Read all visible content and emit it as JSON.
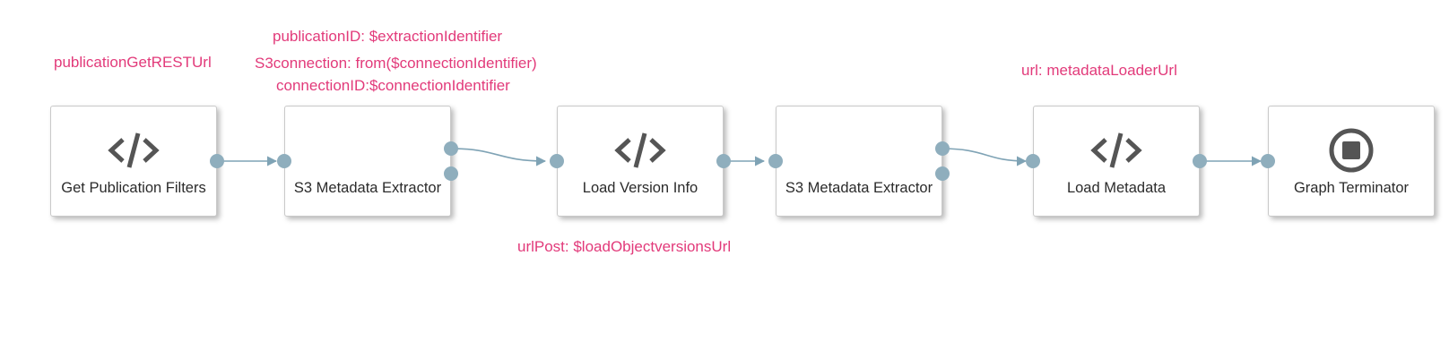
{
  "annotations": {
    "publication_get_rest_url": "publicationGetRESTUrl",
    "publication_id": "publicationID: $extractionIdentifier",
    "s3_connection": "S3connection: from($connectionIdentifier)",
    "connection_id": "connectionID:$connectionIdentifier",
    "url_metadata_loader": "url: metadataLoaderUrl",
    "url_post": "urlPost: $loadObjectversionsUrl"
  },
  "nodes": [
    {
      "label": "Get Publication Filters",
      "icon": "code-icon"
    },
    {
      "label": "S3 Metadata Extractor",
      "icon": ""
    },
    {
      "label": "Load Version Info",
      "icon": "code-icon"
    },
    {
      "label": "S3 Metadata Extractor",
      "icon": ""
    },
    {
      "label": "Load Metadata",
      "icon": "code-icon"
    },
    {
      "label": "Graph Terminator",
      "icon": "stop-icon"
    }
  ],
  "colors": {
    "annotation": "#e23a7a",
    "port": "#8faebd",
    "edge": "#7fa3b5",
    "icon": "#555555",
    "node_border": "#c9c9c9",
    "label": "#2b2b2b"
  }
}
